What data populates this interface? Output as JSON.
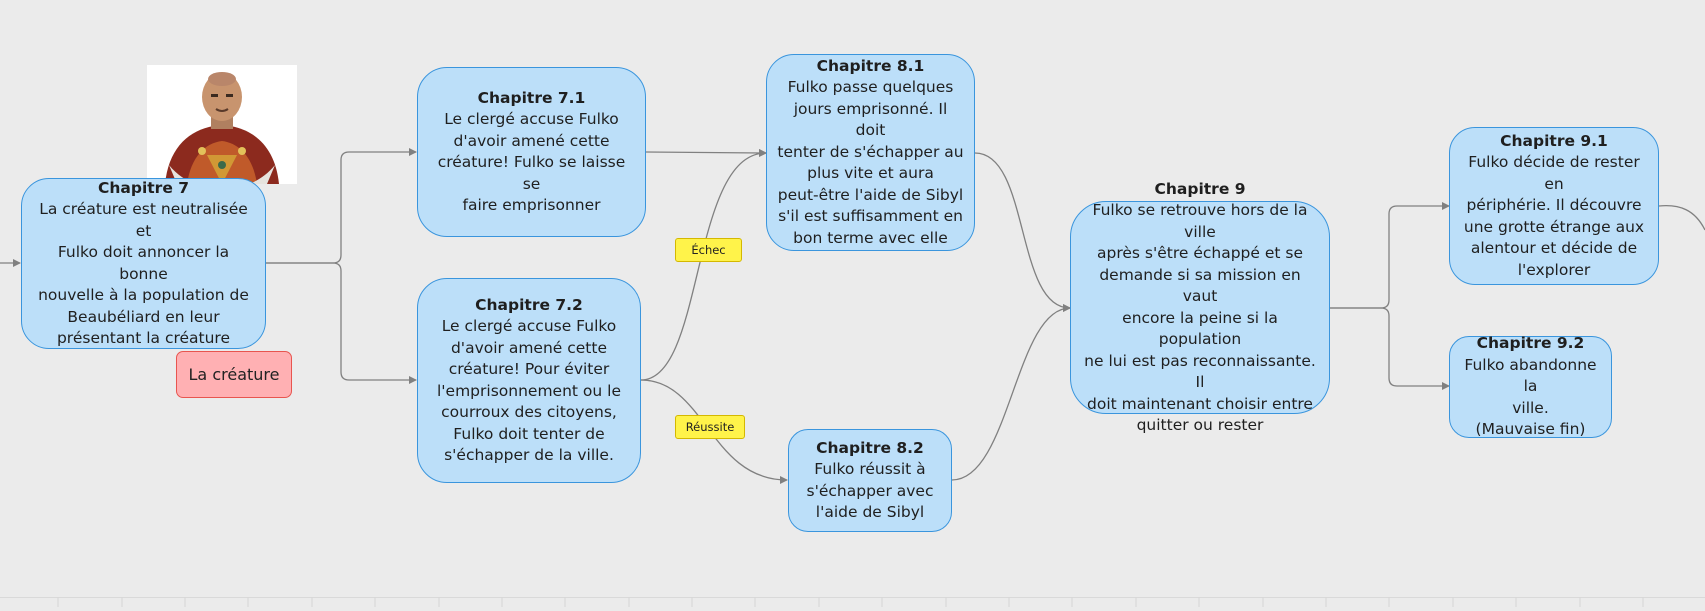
{
  "nodes": {
    "ch7": {
      "title": "Chapitre 7",
      "body": "La créature est neutralisée et\nFulko doit annoncer la bonne\nnouvelle à la population de\nBeaubéliard en leur\nprésentant la créature"
    },
    "ch71": {
      "title": "Chapitre 7.1",
      "body": "Le clergé accuse Fulko\nd'avoir amené cette\ncréature! Fulko se laisse se\nfaire emprisonner"
    },
    "ch72": {
      "title": "Chapitre 7.2",
      "body": "Le clergé accuse Fulko\nd'avoir amené cette\ncréature! Pour éviter\nl'emprisonnement ou le\ncourroux des citoyens,\nFulko doit tenter de\ns'échapper de la ville."
    },
    "ch81": {
      "title": "Chapitre 8.1",
      "body": "Fulko passe quelques\njours emprisonné. Il doit\ntenter de s'échapper au\nplus vite et aura\npeut-être l'aide de Sibyl\ns'il est suffisamment en\nbon terme avec elle"
    },
    "ch82": {
      "title": "Chapitre 8.2",
      "body": "Fulko réussit à\ns'échapper avec\nl'aide de Sibyl"
    },
    "ch9": {
      "title": "Chapitre 9",
      "body": "Fulko se retrouve hors de la ville\naprès s'être échappé et se\ndemande si sa mission en vaut\nencore la peine si la population\nne lui est pas reconnaissante. Il\ndoit maintenant choisir entre\nquitter ou rester"
    },
    "ch91": {
      "title": "Chapitre 9.1",
      "body": "Fulko décide de rester en\npériphérie. Il découvre\nune grotte étrange aux\nalentour et décide de\nl'explorer"
    },
    "ch92": {
      "title": "Chapitre 9.2",
      "body": "Fulko abandonne la\nville.\n(Mauvaise fin)"
    }
  },
  "labels": {
    "echec": "Échec",
    "reussite": "Réussite",
    "creature": "La créature"
  },
  "colors": {
    "node_fill": "#bcdff9",
    "node_border": "#3a95dd",
    "tag_fill": "#fff34a",
    "note_fill": "#ffb0b3",
    "note_border": "#e8554f",
    "connector": "#808080",
    "background": "#ebebeb"
  },
  "icons": {
    "portrait": "character-portrait-icon"
  }
}
